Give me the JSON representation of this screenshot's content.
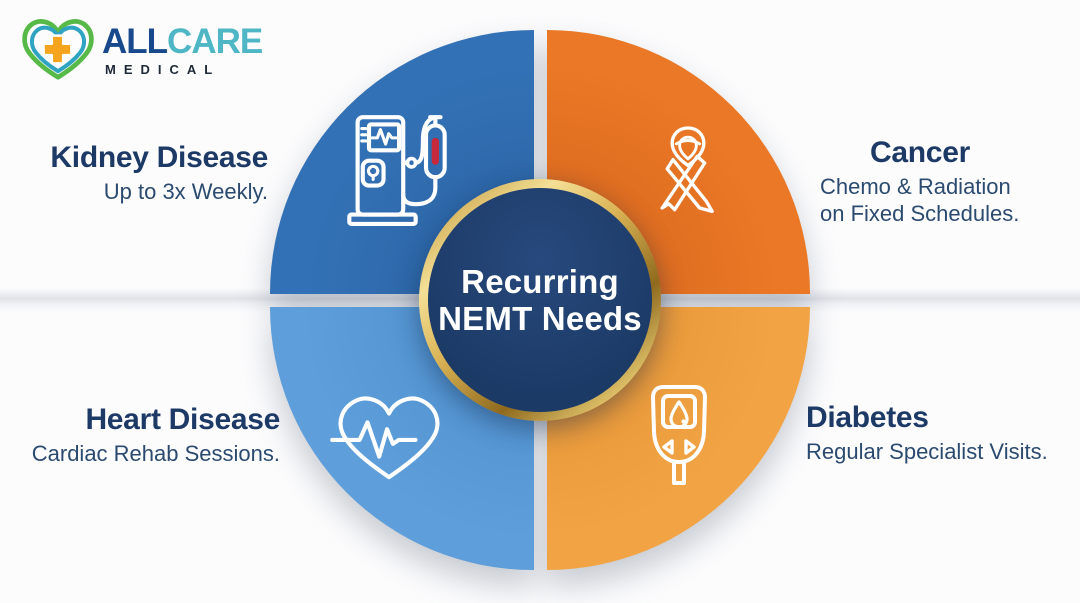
{
  "logo": {
    "brand_all": "ALL",
    "brand_care": "CARE",
    "brand_medical": "MEDICAL"
  },
  "center": {
    "line1": "Recurring",
    "line2": "NEMT Needs"
  },
  "quadrants": {
    "kidney": {
      "title": "Kidney Disease",
      "subtitle": "Up to 3x Weekly.",
      "icon": "dialysis-machine-icon",
      "color": "#3371b6",
      "color_dark": "#29609f"
    },
    "cancer": {
      "title": "Cancer",
      "subtitle_line1": "Chemo & Radiation",
      "subtitle_line2": "on Fixed Schedules.",
      "icon": "awareness-ribbon-icon",
      "color": "#ea7826",
      "color_dark": "#d5631b"
    },
    "heart": {
      "title": "Heart Disease",
      "subtitle": "Cardiac Rehab Sessions.",
      "icon": "heart-ekg-icon",
      "color": "#5d9edb",
      "color_dark": "#4b8cc9"
    },
    "diabetes": {
      "title": "Diabetes",
      "subtitle": "Regular Specialist Visits.",
      "icon": "glucose-meter-icon",
      "color": "#f2a445",
      "color_dark": "#e19030"
    }
  },
  "colors": {
    "center_navy": "#1c3a66",
    "gold_ring": "#d9b254",
    "heading_navy": "#1d3a67",
    "subtitle_navy": "#2b4a6f",
    "icon_stroke": "#ffffff",
    "blood_red": "#c6283c",
    "logo_green": "#57b947",
    "logo_teal": "#2fa3c2",
    "logo_orange": "#f6a41e",
    "logo_all_blue": "#17498c",
    "logo_care_teal": "#4fb6c6",
    "background": "#fcfcfd"
  }
}
